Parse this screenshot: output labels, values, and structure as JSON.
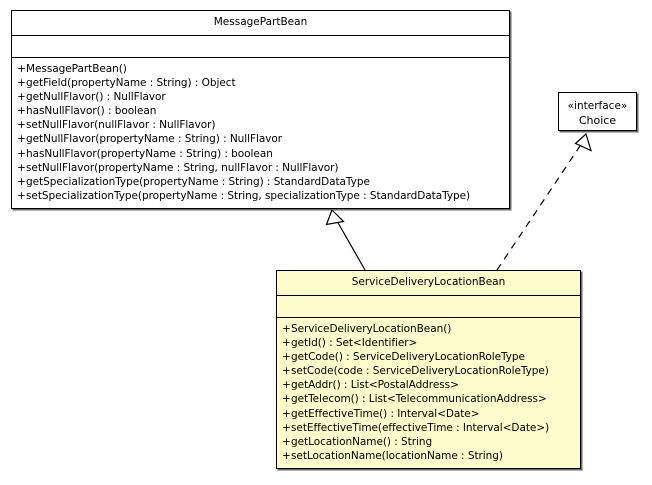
{
  "diagram": {
    "kind": "uml-class-diagram",
    "background": "#ffffff",
    "line_color": "#000000",
    "tinted_fill": "#fdfccd",
    "plain_fill": "#ffffff"
  },
  "classes": [
    {
      "id": "message-part-bean",
      "name": "MessagePartBean",
      "stereotype": "",
      "fill": "#ffffff",
      "attributes": [],
      "operations": [
        {
          "visibility": "+",
          "text": "MessagePartBean()"
        },
        {
          "visibility": "+",
          "text": "getField(propertyName : String) : Object"
        },
        {
          "visibility": "+",
          "text": "getNullFlavor() : NullFlavor"
        },
        {
          "visibility": "+",
          "text": "hasNullFlavor() : boolean"
        },
        {
          "visibility": "+",
          "text": "setNullFlavor(nullFlavor : NullFlavor)"
        },
        {
          "visibility": "+",
          "text": "getNullFlavor(propertyName : String) : NullFlavor"
        },
        {
          "visibility": "+",
          "text": "hasNullFlavor(propertyName : String) : boolean"
        },
        {
          "visibility": "+",
          "text": "setNullFlavor(propertyName : String, nullFlavor : NullFlavor)"
        },
        {
          "visibility": "+",
          "text": "getSpecializationType(propertyName : String) : StandardDataType"
        },
        {
          "visibility": "+",
          "text": "setSpecializationType(propertyName : String, specializationType : StandardDataType)"
        }
      ]
    },
    {
      "id": "service-delivery-location-bean",
      "name": "ServiceDeliveryLocationBean",
      "stereotype": "",
      "fill": "#fdfccd",
      "attributes": [],
      "operations": [
        {
          "visibility": "+",
          "text": "ServiceDeliveryLocationBean()"
        },
        {
          "visibility": "+",
          "text": "getId() : Set<Identifier>"
        },
        {
          "visibility": "+",
          "text": "getCode() : ServiceDeliveryLocationRoleType"
        },
        {
          "visibility": "+",
          "text": "setCode(code : ServiceDeliveryLocationRoleType)"
        },
        {
          "visibility": "+",
          "text": "getAddr() : List<PostalAddress>"
        },
        {
          "visibility": "+",
          "text": "getTelecom() : List<TelecommunicationAddress>"
        },
        {
          "visibility": "+",
          "text": "getEffectiveTime() : Interval<Date>"
        },
        {
          "visibility": "+",
          "text": "setEffectiveTime(effectiveTime : Interval<Date>)"
        },
        {
          "visibility": "+",
          "text": "getLocationName() : String"
        },
        {
          "visibility": "+",
          "text": "setLocationName(locationName : String)"
        }
      ]
    }
  ],
  "interfaces": [
    {
      "id": "choice",
      "stereotype": "«interface»",
      "name": "Choice",
      "fill": "#ffffff"
    }
  ],
  "relationships": [
    {
      "id": "generalization-sdlb-to-mpb",
      "type": "generalization",
      "label": "",
      "style": "solid",
      "arrowhead": "hollow-triangle",
      "source": "service-delivery-location-bean",
      "target": "message-part-bean"
    },
    {
      "id": "realization-sdlb-to-choice",
      "type": "realization",
      "label": "",
      "style": "dashed",
      "arrowhead": "hollow-triangle",
      "source": "service-delivery-location-bean",
      "target": "choice"
    }
  ]
}
